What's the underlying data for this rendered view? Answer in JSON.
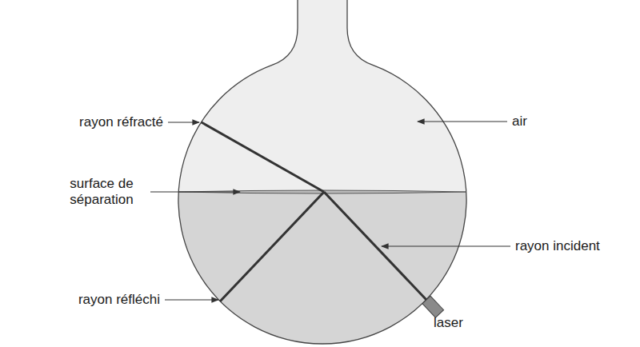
{
  "diagram": {
    "labels": [
      "rayon réfracté",
      "surface de séparation",
      "air",
      "rayon incident",
      "rayon réfléchi",
      "laser"
    ]
  }
}
